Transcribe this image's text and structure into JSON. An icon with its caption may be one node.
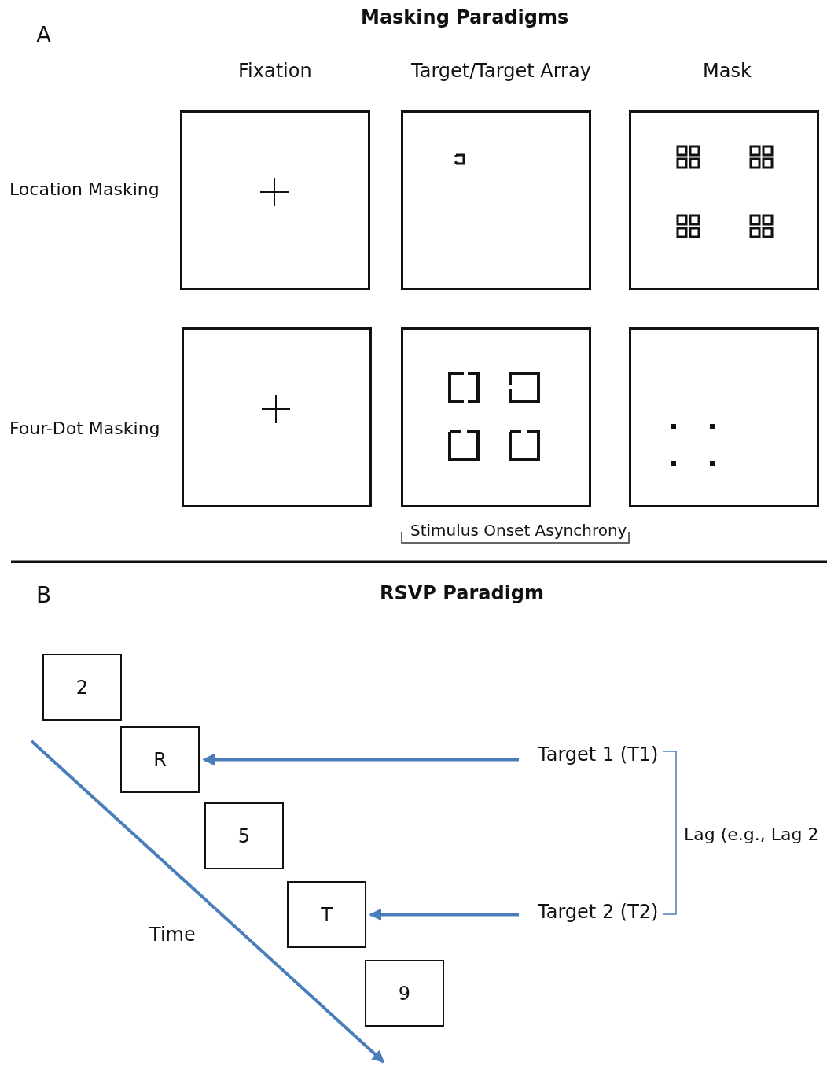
{
  "diagram": {
    "nodes": [
      {
        "text": [],
        "shape": "box"
      },
      {
        "text": [],
        "shape": "box"
      },
      {
        "text": [],
        "shape": "box"
      },
      {
        "text": [],
        "shape": "box"
      },
      {
        "text": [],
        "shape": "box"
      },
      {
        "text": [],
        "shape": "box"
      },
      {
        "text": [
          "2"
        ]
      },
      {
        "text": [
          "R"
        ]
      },
      {
        "text": [
          "Target 1 (T1)"
        ]
      },
      {
        "text": [
          "5"
        ]
      },
      {
        "text": [
          "T"
        ]
      },
      {
        "text": [
          "Target 2 (T2)"
        ]
      },
      {
        "text": [
          "9"
        ]
      }
    ],
    "edges": [
      {
        "from": 8,
        "to": 7,
        "arrow": "to"
      },
      {
        "from": 11,
        "to": 10,
        "arrow": "to"
      }
    ],
    "labels": [
      "A",
      "Masking Paradigms",
      "Fixation",
      "Target/Target Array",
      "Mask",
      "Location Masking",
      "Four-Dot Masking",
      "Stimulus Onset Asynchrony",
      "B",
      "RSVP Paradigm",
      "Lag (e.g., Lag 2",
      "Time"
    ]
  }
}
